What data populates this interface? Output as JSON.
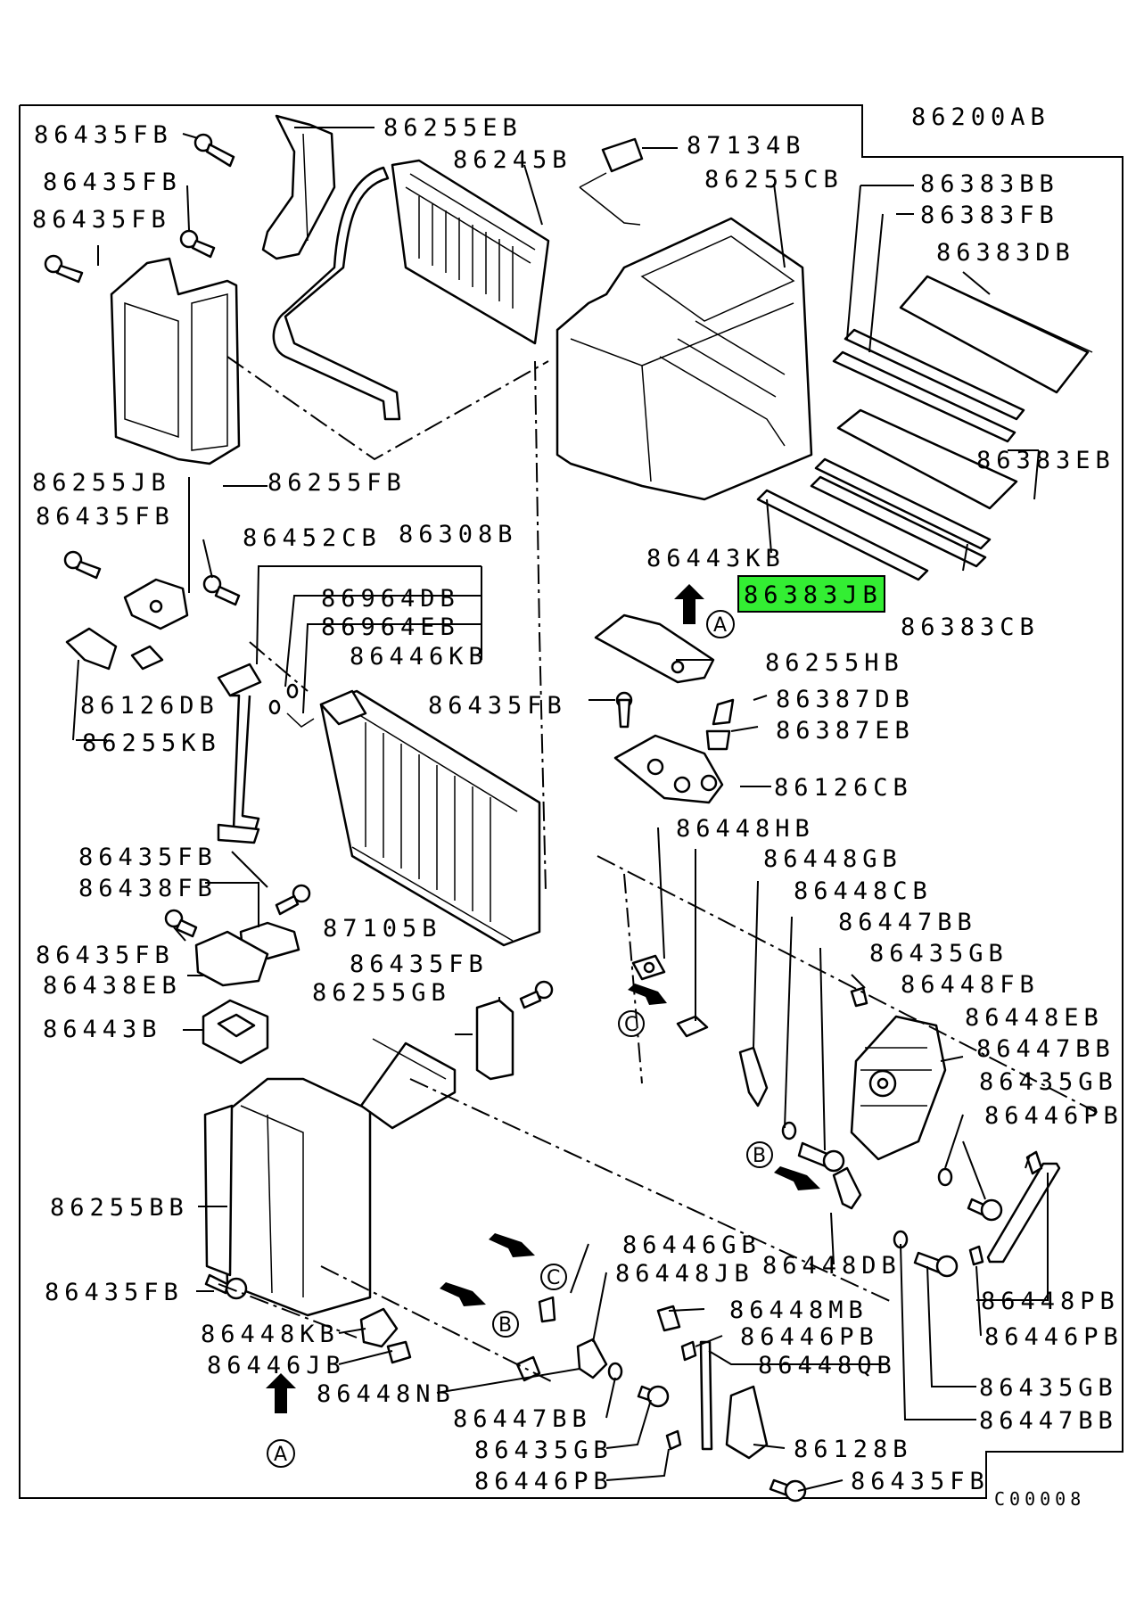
{
  "diagram": {
    "code": "C00008",
    "highlight_color": "#33ee33",
    "highlighted_part": "86383JB",
    "labels": [
      {
        "id": "86200AB",
        "text": "86200AB"
      },
      {
        "id": "86435FB_1",
        "text": "86435FB"
      },
      {
        "id": "86255EB",
        "text": "86255EB"
      },
      {
        "id": "87134B",
        "text": "87134B"
      },
      {
        "id": "86245B",
        "text": "86245B"
      },
      {
        "id": "86255CB",
        "text": "86255CB"
      },
      {
        "id": "86435FB_2",
        "text": "86435FB"
      },
      {
        "id": "86383BB",
        "text": "86383BB"
      },
      {
        "id": "86435FB_3",
        "text": "86435FB"
      },
      {
        "id": "86383FB",
        "text": "86383FB"
      },
      {
        "id": "86383DB",
        "text": "86383DB"
      },
      {
        "id": "86383EB",
        "text": "86383EB"
      },
      {
        "id": "86255JB",
        "text": "86255JB"
      },
      {
        "id": "86255FB",
        "text": "86255FB"
      },
      {
        "id": "86435FB_4",
        "text": "86435FB"
      },
      {
        "id": "86452CB",
        "text": "86452CB"
      },
      {
        "id": "86308B",
        "text": "86308B"
      },
      {
        "id": "86443KB",
        "text": "86443KB"
      },
      {
        "id": "86383JB",
        "text": "86383JB"
      },
      {
        "id": "86964DB",
        "text": "86964DB"
      },
      {
        "id": "86964EB",
        "text": "86964EB"
      },
      {
        "id": "86383CB",
        "text": "86383CB"
      },
      {
        "id": "86446KB",
        "text": "86446KB"
      },
      {
        "id": "86255HB",
        "text": "86255HB"
      },
      {
        "id": "86126DB",
        "text": "86126DB"
      },
      {
        "id": "86435FB_5",
        "text": "86435FB"
      },
      {
        "id": "86387DB",
        "text": "86387DB"
      },
      {
        "id": "86255KB",
        "text": "86255KB"
      },
      {
        "id": "86387EB",
        "text": "86387EB"
      },
      {
        "id": "86126CB",
        "text": "86126CB"
      },
      {
        "id": "86448HB",
        "text": "86448HB"
      },
      {
        "id": "86435FB_6",
        "text": "86435FB"
      },
      {
        "id": "86448GB",
        "text": "86448GB"
      },
      {
        "id": "86438FB",
        "text": "86438FB"
      },
      {
        "id": "86448CB",
        "text": "86448CB"
      },
      {
        "id": "87105B",
        "text": "87105B"
      },
      {
        "id": "86447BB_1",
        "text": "86447BB"
      },
      {
        "id": "86435FB_7",
        "text": "86435FB"
      },
      {
        "id": "86435GB_1",
        "text": "86435GB"
      },
      {
        "id": "86435FB_8",
        "text": "86435FB"
      },
      {
        "id": "86448FB",
        "text": "86448FB"
      },
      {
        "id": "86438EB",
        "text": "86438EB"
      },
      {
        "id": "86255GB",
        "text": "86255GB"
      },
      {
        "id": "86448EB",
        "text": "86448EB"
      },
      {
        "id": "86443B",
        "text": "86443B"
      },
      {
        "id": "86447BB_2",
        "text": "86447BB"
      },
      {
        "id": "86435GB_2",
        "text": "86435GB"
      },
      {
        "id": "86446PB_1",
        "text": "86446PB"
      },
      {
        "id": "86255BB",
        "text": "86255BB"
      },
      {
        "id": "86446GB",
        "text": "86446GB"
      },
      {
        "id": "86448DB",
        "text": "86448DB"
      },
      {
        "id": "86435FB_9",
        "text": "86435FB"
      },
      {
        "id": "86448JB",
        "text": "86448JB"
      },
      {
        "id": "86448PB",
        "text": "86448PB"
      },
      {
        "id": "86448MB",
        "text": "86448MB"
      },
      {
        "id": "86448KB",
        "text": "86448KB"
      },
      {
        "id": "86446PB_2",
        "text": "86446PB"
      },
      {
        "id": "86446PB_3",
        "text": "86446PB"
      },
      {
        "id": "86446JB",
        "text": "86446JB"
      },
      {
        "id": "86448QB",
        "text": "86448QB"
      },
      {
        "id": "86435GB_3",
        "text": "86435GB"
      },
      {
        "id": "86448NB",
        "text": "86448NB"
      },
      {
        "id": "86447BB_3",
        "text": "86447BB"
      },
      {
        "id": "86447BB_4",
        "text": "86447BB"
      },
      {
        "id": "86435GB_4",
        "text": "86435GB"
      },
      {
        "id": "86128B",
        "text": "86128B"
      },
      {
        "id": "86446PB_4",
        "text": "86446PB"
      },
      {
        "id": "86435FB_10",
        "text": "86435FB"
      }
    ],
    "callouts": {
      "a": "A",
      "b": "B",
      "c": "C"
    }
  }
}
